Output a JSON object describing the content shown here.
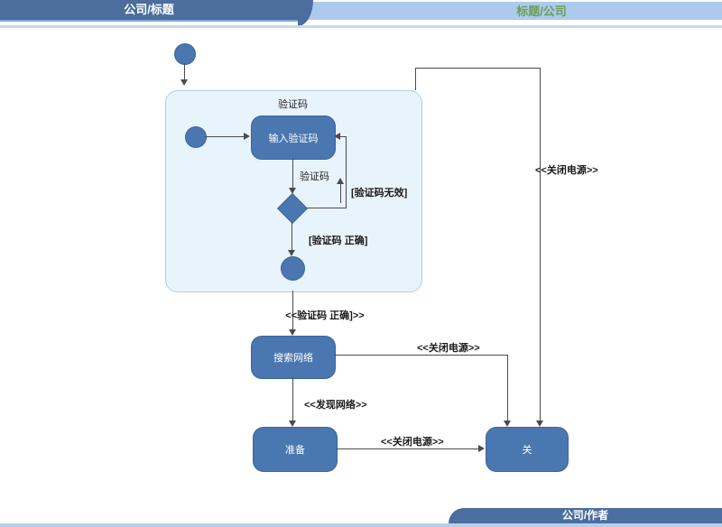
{
  "header": {
    "left_title": "公司/标题",
    "right_title": "标题/公司"
  },
  "footer": {
    "author": "公司/作者"
  },
  "colors": {
    "banner_dark": "#4b6e9e",
    "banner_light": "#adc9ec",
    "right_title_green": "#6b9e53",
    "node_fill": "#4b77b0",
    "node_border": "#3c649a",
    "container_fill": "#e8f4fb",
    "container_border": "#aed0e4",
    "line": "#4b4b4b"
  },
  "diagram": {
    "composite_title": "验证码",
    "nodes": {
      "input_code": "输入验证码",
      "search_network": "搜索网络",
      "prepare": "准备",
      "power_off": "关"
    },
    "edge_labels": {
      "code": "验证码",
      "invalid": "[验证码无效]",
      "valid": "[验证码 正确]",
      "valid_out": "<<验证码 正确]>>",
      "network_found": "<<发现网络>>",
      "power_off_top": "<<关闭电源>>",
      "power_off_mid": "<<关闭电源>>",
      "power_off_bottom": "<<关闭电源>>"
    }
  }
}
